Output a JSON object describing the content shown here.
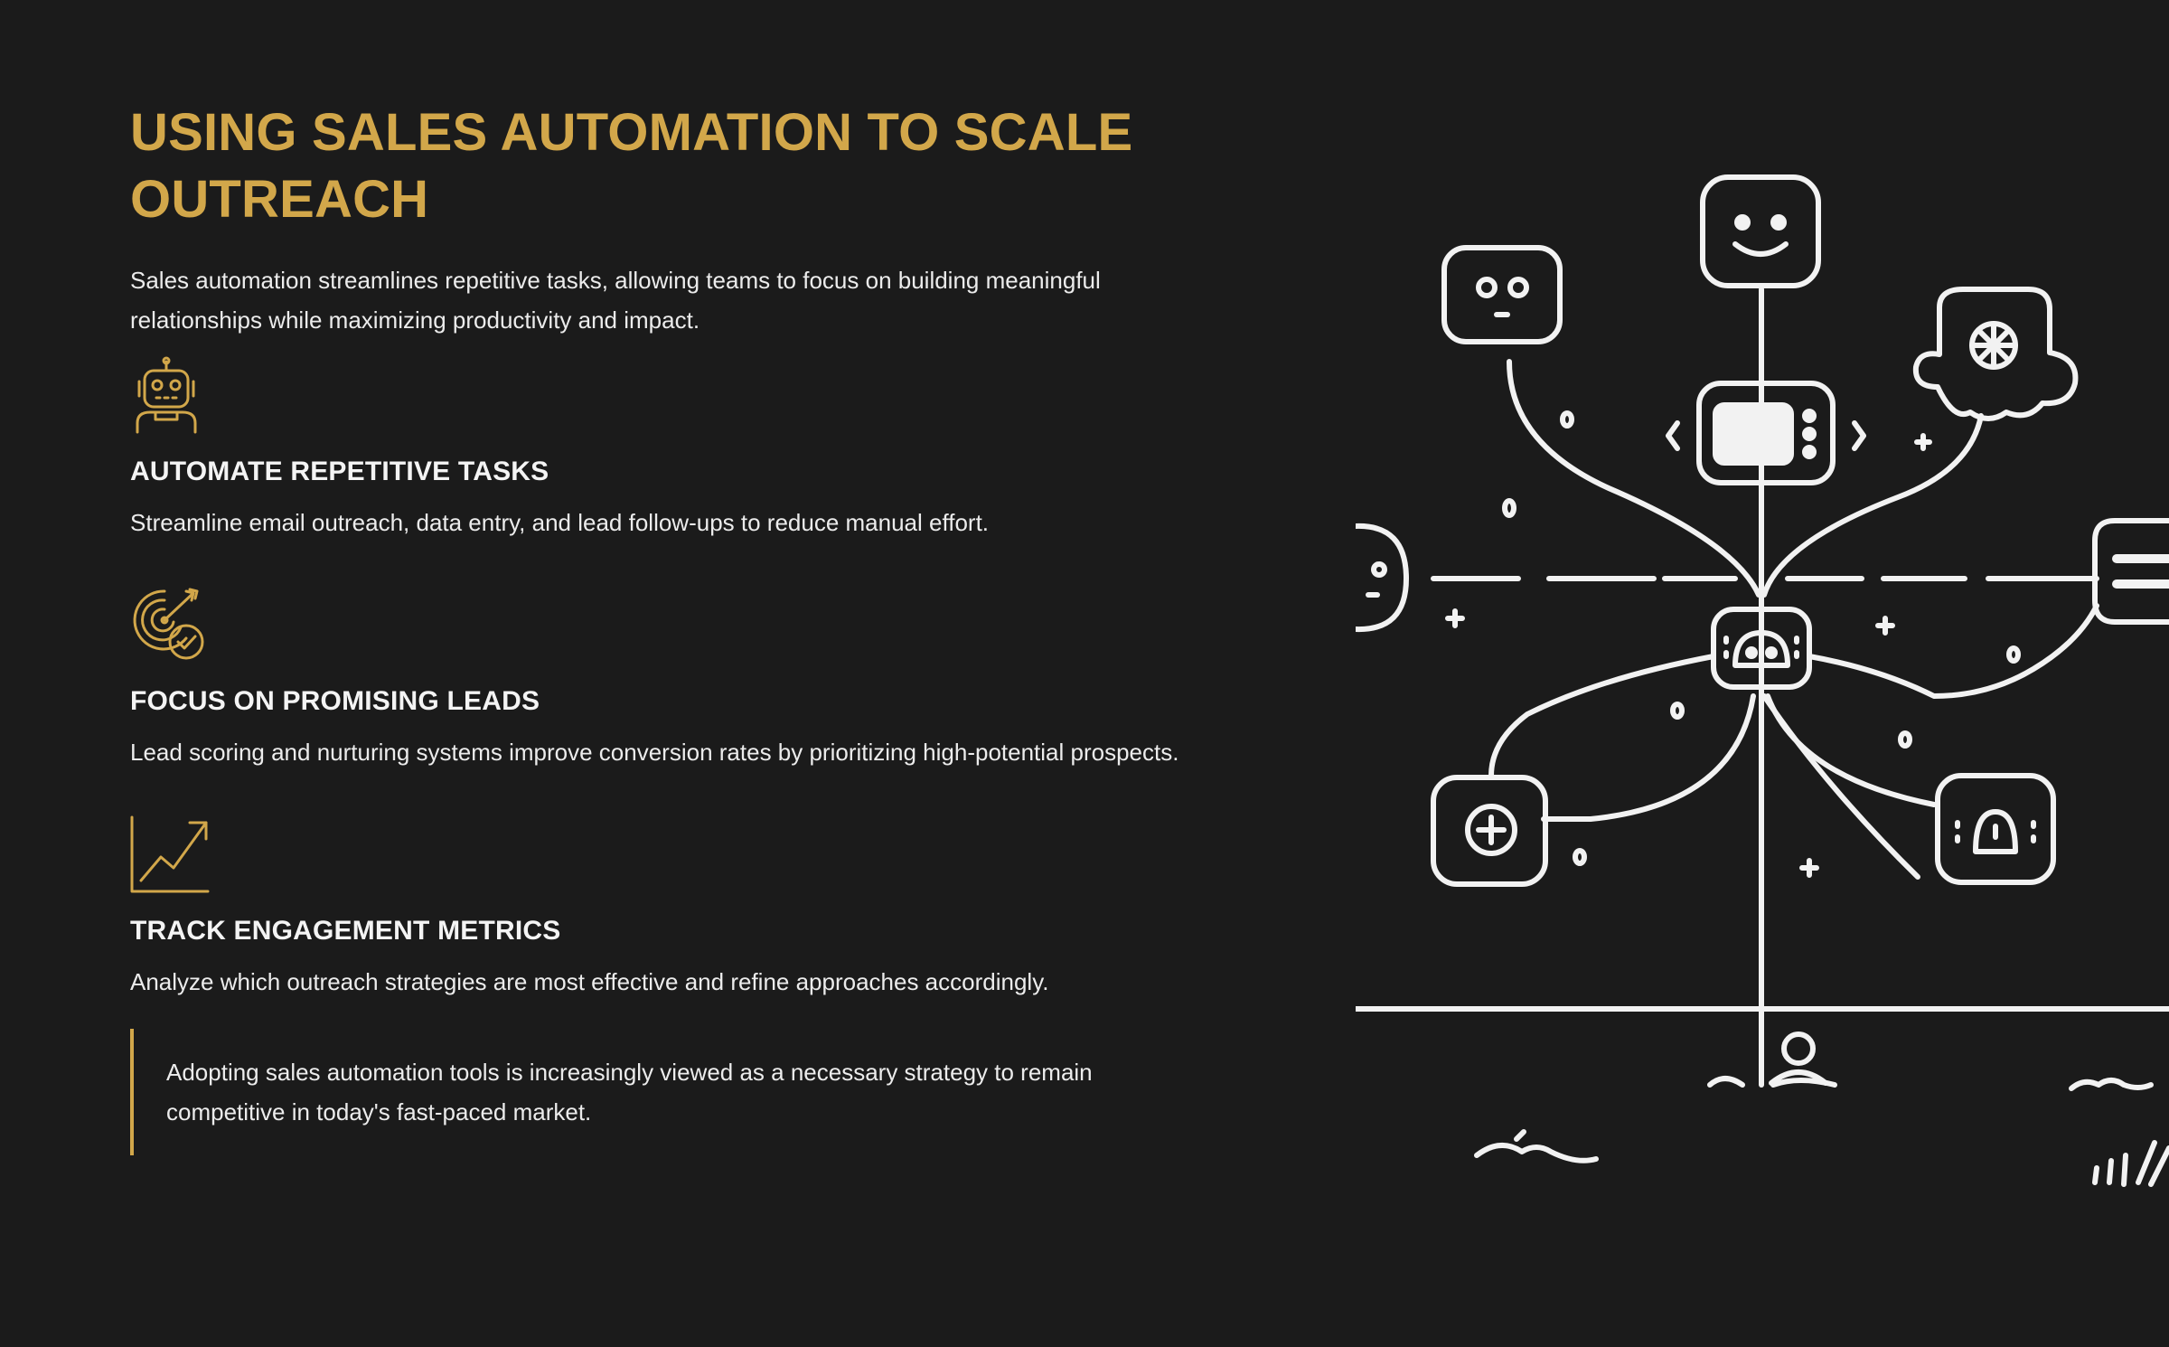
{
  "page": {
    "title": "USING SALES AUTOMATION TO SCALE OUTREACH",
    "intro": "Sales automation streamlines repetitive tasks, allowing teams to focus on building meaningful relationships while maximizing productivity and impact."
  },
  "features": [
    {
      "icon": "robot-icon",
      "heading": "AUTOMATE REPETITIVE TASKS",
      "text": "Streamline email outreach, data entry, and lead follow-ups to reduce manual effort."
    },
    {
      "icon": "target-check-icon",
      "heading": "FOCUS ON PROMISING LEADS",
      "text": "Lead scoring and nurturing systems improve conversion rates by prioritizing high-potential prospects."
    },
    {
      "icon": "trend-chart-icon",
      "heading": "TRACK ENGAGEMENT METRICS",
      "text": "Analyze which outreach strategies are most effective and refine approaches accordingly."
    }
  ],
  "quote": "Adopting sales automation tools is increasingly viewed as a necessary strategy to remain competitive in today's fast-paced market.",
  "colors": {
    "background": "#1b1b1b",
    "accent": "#d2a74a",
    "text": "#ececec",
    "illustration_stroke": "#f2f2f2"
  }
}
